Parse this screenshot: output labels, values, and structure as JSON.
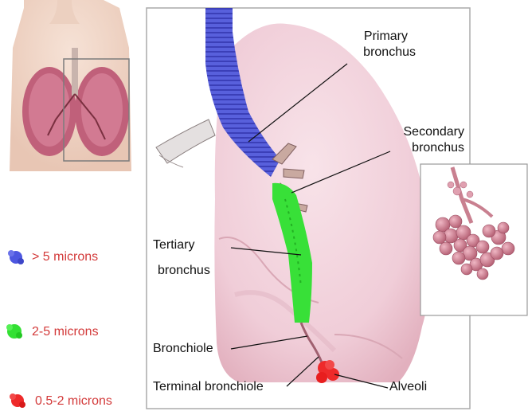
{
  "labels": {
    "primary_line1": "Primary",
    "primary_line2": "bronchus",
    "secondary_line1": "Secondary",
    "secondary_line2": "bronchus",
    "tertiary_line1": "Tertiary",
    "tertiary_line2": "bronchus",
    "bronchiole": "Bronchiole",
    "terminal_bronchiole": "Terminal bronchiole",
    "alveoli": "Alveoli"
  },
  "legend": [
    {
      "text": "> 5 microns",
      "color": "#4d57e0",
      "text_color": "#d33a3a"
    },
    {
      "text": "2-5 microns",
      "color": "#33e033",
      "text_color": "#d33a3a"
    },
    {
      "text": "0.5-2 microns",
      "color": "#ee2a2a",
      "text_color": "#d33a3a"
    }
  ],
  "colors": {
    "lung": "#f3d3dc",
    "lung_shadow": "#e7bac6",
    "alveoli_cluster": "#d38a9c",
    "frame": "#9a9a9a"
  },
  "icons": [
    "torso-lungs-thumbnail",
    "alveoli-cluster-inset"
  ]
}
